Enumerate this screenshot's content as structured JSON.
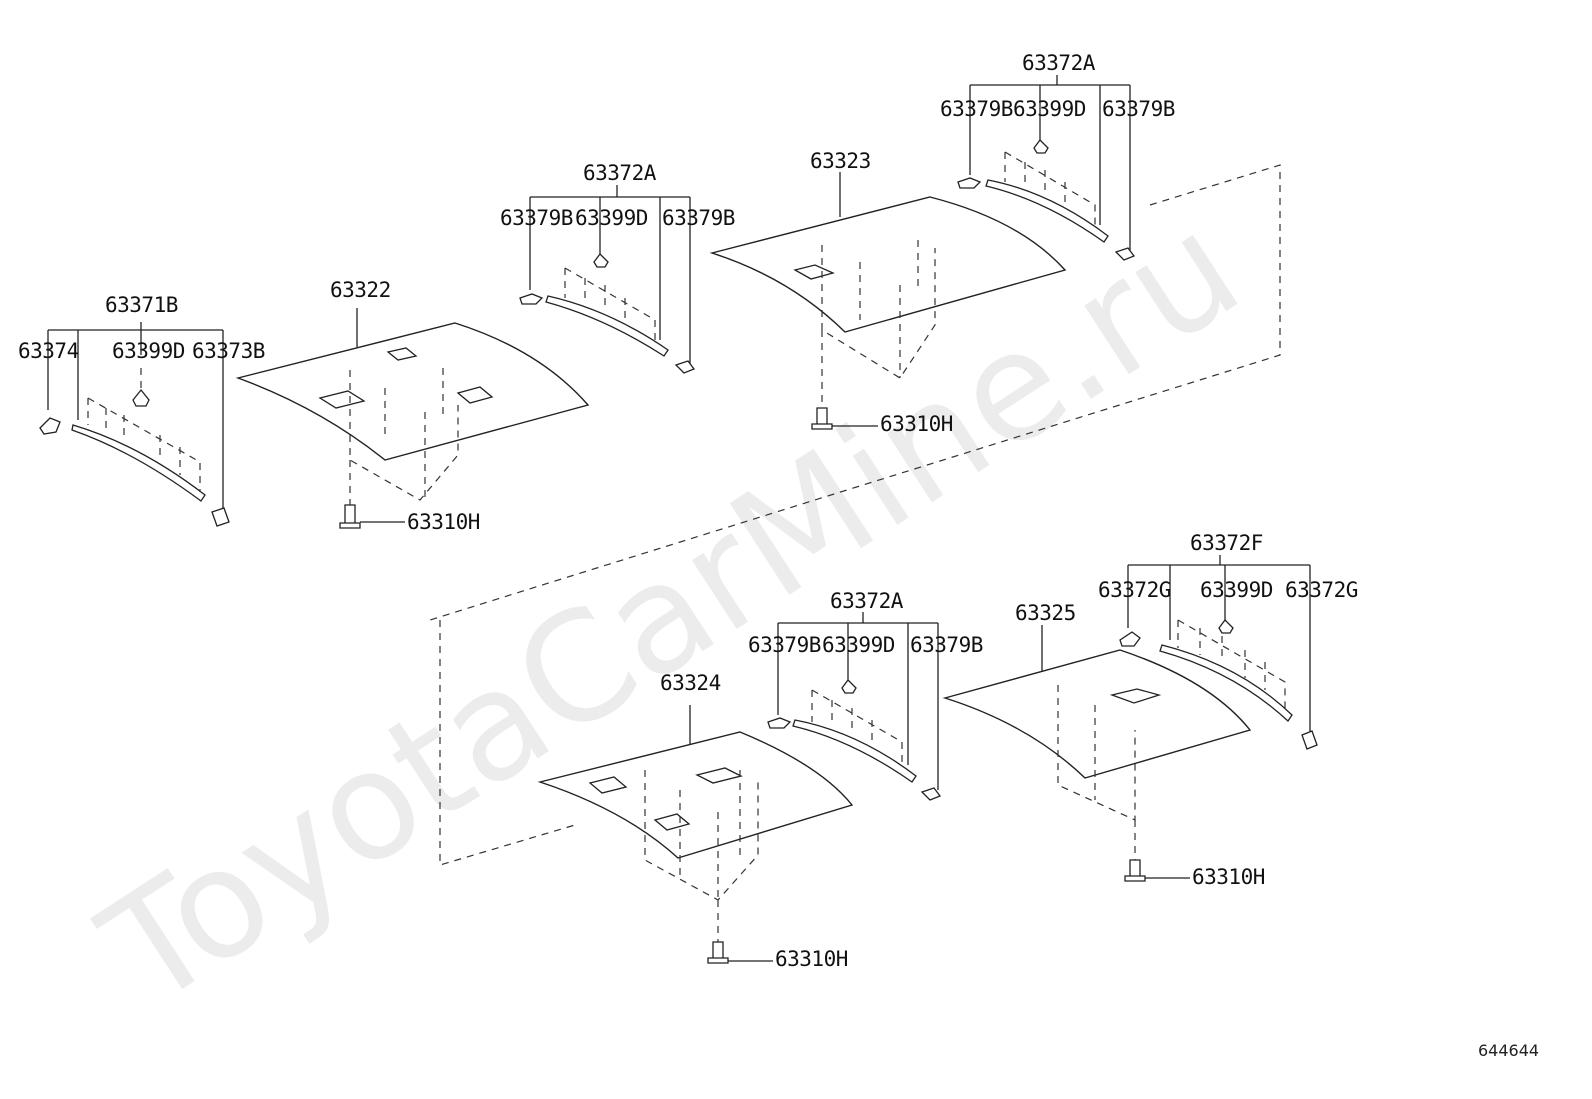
{
  "watermark": "ToyotaCarMine.ru",
  "page_number": "644644",
  "labels": {
    "g1_group": "63371B",
    "g1_left": "63374",
    "g1_mid": "63399D",
    "g1_right": "63373B",
    "p1_panel": "63322",
    "p1_bolt": "63310H",
    "g2_group": "63372A",
    "g2_left": "63379B",
    "g2_mid": "63399D",
    "g2_right": "63379B",
    "p2_panel": "63323",
    "p2_bolt": "63310H",
    "g3_group": "63372A",
    "g3_left": "63379B",
    "g3_mid": "63399D",
    "g3_right": "63379B",
    "g4_group": "63372A",
    "g4_left": "63379B",
    "g4_mid": "63399D",
    "g4_right": "63379B",
    "p3_panel": "63324",
    "p3_bolt": "63310H",
    "g5_group": "63372F",
    "g5_left": "63372G",
    "g5_mid": "63399D",
    "g5_right": "63372G",
    "p4_panel": "63325",
    "p4_bolt": "63310H"
  }
}
